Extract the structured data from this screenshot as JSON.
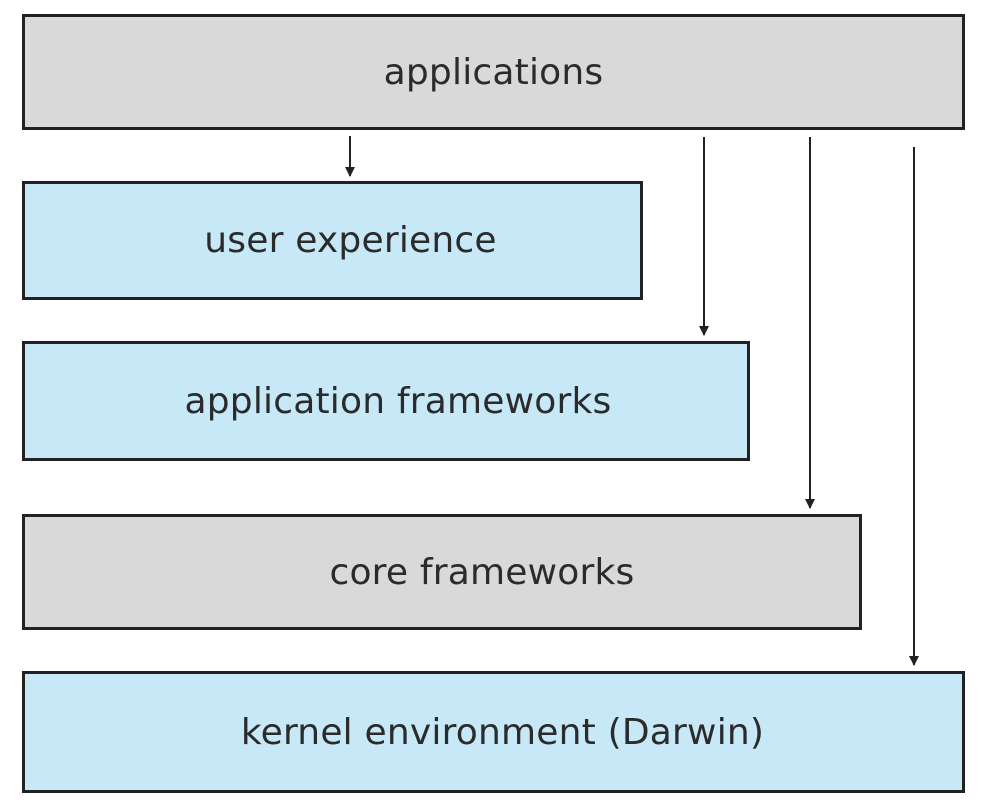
{
  "diagram": {
    "layers": [
      {
        "id": "applications",
        "label": "applications",
        "color": "#d9d9d9"
      },
      {
        "id": "user_experience",
        "label": "user experience",
        "color": "#c7e8f7"
      },
      {
        "id": "application_frameworks",
        "label": "application frameworks",
        "color": "#c7e8f7"
      },
      {
        "id": "core_frameworks",
        "label": "core frameworks",
        "color": "#d9d9d9"
      },
      {
        "id": "kernel_environment",
        "label": "kernel environment (Darwin)",
        "color": "#c7e8f7"
      }
    ],
    "arrows": [
      {
        "from": "applications",
        "to": "user_experience"
      },
      {
        "from": "applications",
        "to": "application_frameworks"
      },
      {
        "from": "applications",
        "to": "core_frameworks"
      },
      {
        "from": "applications",
        "to": "kernel_environment"
      }
    ]
  }
}
